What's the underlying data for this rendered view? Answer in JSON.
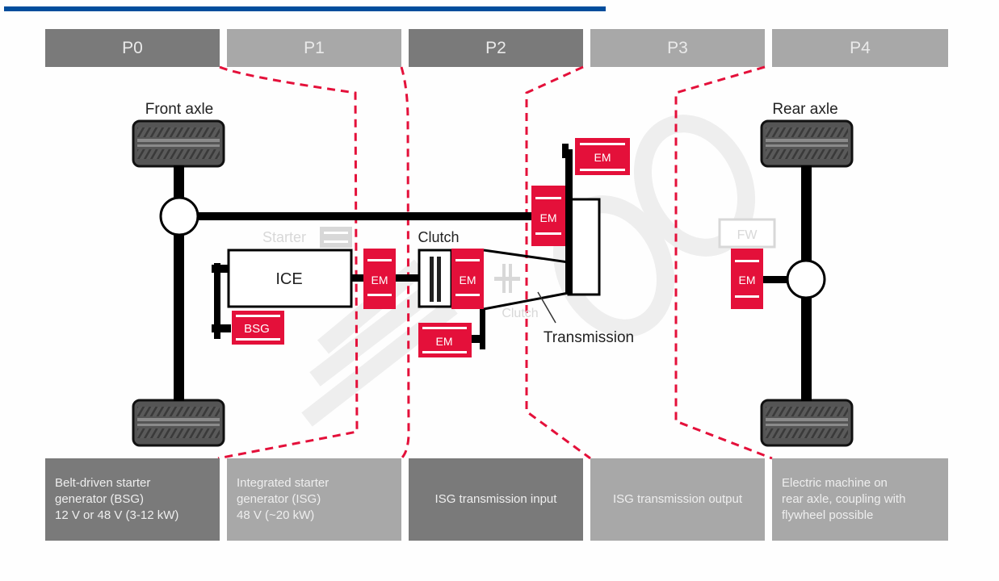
{
  "header_positions": [
    {
      "label": "P0",
      "shade": "dark"
    },
    {
      "label": "P1",
      "shade": "light"
    },
    {
      "label": "P2",
      "shade": "dark"
    },
    {
      "label": "P3",
      "shade": "light"
    },
    {
      "label": "P4",
      "shade": "light"
    }
  ],
  "descriptions": [
    "Belt-driven starter\ngenerator (BSG)\n12 V or 48 V (3-12 kW)",
    "Integrated starter\ngenerator (ISG)\n48 V (~20 kW)",
    "ISG transmission input",
    "ISG transmission output",
    "Electric machine on\nrear axle, coupling with\nflywheel possible"
  ],
  "labels": {
    "front_axle": "Front axle",
    "rear_axle": "Rear axle",
    "ice": "ICE",
    "bsg": "BSG",
    "em": "EM",
    "starter": "Starter",
    "clutch": "Clutch",
    "clutch_ghost": "Clutch",
    "transmission": "Transmission",
    "flywheel": "FW"
  },
  "colors": {
    "accent_bar": "#004d9c",
    "em_red": "#e4103a",
    "dashed_red": "#e4103a",
    "header_dark": "#7a7a7a",
    "header_light": "#a8a8a8"
  }
}
